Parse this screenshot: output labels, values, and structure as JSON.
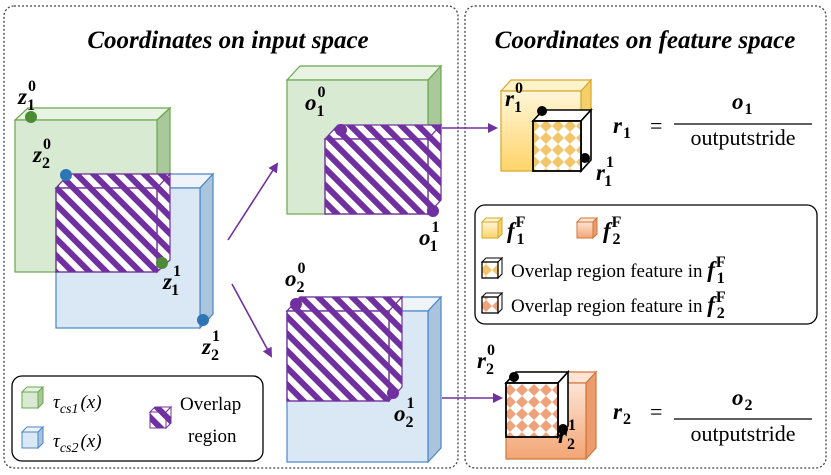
{
  "titles": {
    "input_space": "Coordinates on input space",
    "feature_space": "Coordinates on feature space"
  },
  "points": {
    "z1_0": {
      "base": "z",
      "sub": "1",
      "sup": "0"
    },
    "z2_0": {
      "base": "z",
      "sub": "2",
      "sup": "0"
    },
    "z1_1": {
      "base": "z",
      "sub": "1",
      "sup": "1"
    },
    "z2_1": {
      "base": "z",
      "sub": "2",
      "sup": "1"
    },
    "o1_0": {
      "base": "o",
      "sub": "1",
      "sup": "0"
    },
    "o1_1": {
      "base": "o",
      "sub": "1",
      "sup": "1"
    },
    "o2_0": {
      "base": "o",
      "sub": "2",
      "sup": "0"
    },
    "o2_1": {
      "base": "o",
      "sub": "2",
      "sup": "1"
    },
    "r1_0": {
      "base": "r",
      "sub": "1",
      "sup": "0"
    },
    "r1_1": {
      "base": "r",
      "sub": "1",
      "sup": "1"
    },
    "r2_0": {
      "base": "r",
      "sub": "2",
      "sup": "0"
    },
    "r2_1": {
      "base": "r",
      "sub": "2",
      "sup": "1"
    }
  },
  "formulas": {
    "r1": {
      "lhs": "r",
      "lhs_sub": "1",
      "eq": "=",
      "num": "o",
      "num_sub": "1",
      "den": "outputstride"
    },
    "r2": {
      "lhs": "r",
      "lhs_sub": "2",
      "eq": "=",
      "num": "o",
      "num_sub": "2",
      "den": "outputstride"
    }
  },
  "legend_left": {
    "tau1": {
      "sym": "τ",
      "sub": "cs1",
      "arg": "(x)"
    },
    "tau2": {
      "sym": "τ",
      "sub": "cs2",
      "arg": "(x)"
    },
    "overlap_line1": "Overlap",
    "overlap_line2": "region"
  },
  "legend_right": {
    "f1": {
      "base": "f",
      "sub": "1",
      "sup": "F"
    },
    "f2": {
      "base": "f",
      "sub": "2",
      "sup": "F"
    },
    "overlap_f1": "Overlap region feature in ",
    "overlap_f2": "Overlap region feature in "
  },
  "colors": {
    "green_fill": "#d9ead3",
    "green_edge": "#6aa84f",
    "blue_fill": "#dae8f5",
    "blue_edge": "#4a86c5",
    "purple": "#7030a0",
    "yellow_fill": "#ffe7a8",
    "yellow_edge": "#d6a72c",
    "orange_fill": "#f6c7a8",
    "orange_edge": "#d0763a",
    "dot_green": "#4e8b37",
    "dot_blue": "#2e75b6",
    "dot_purple": "#7030a0"
  }
}
